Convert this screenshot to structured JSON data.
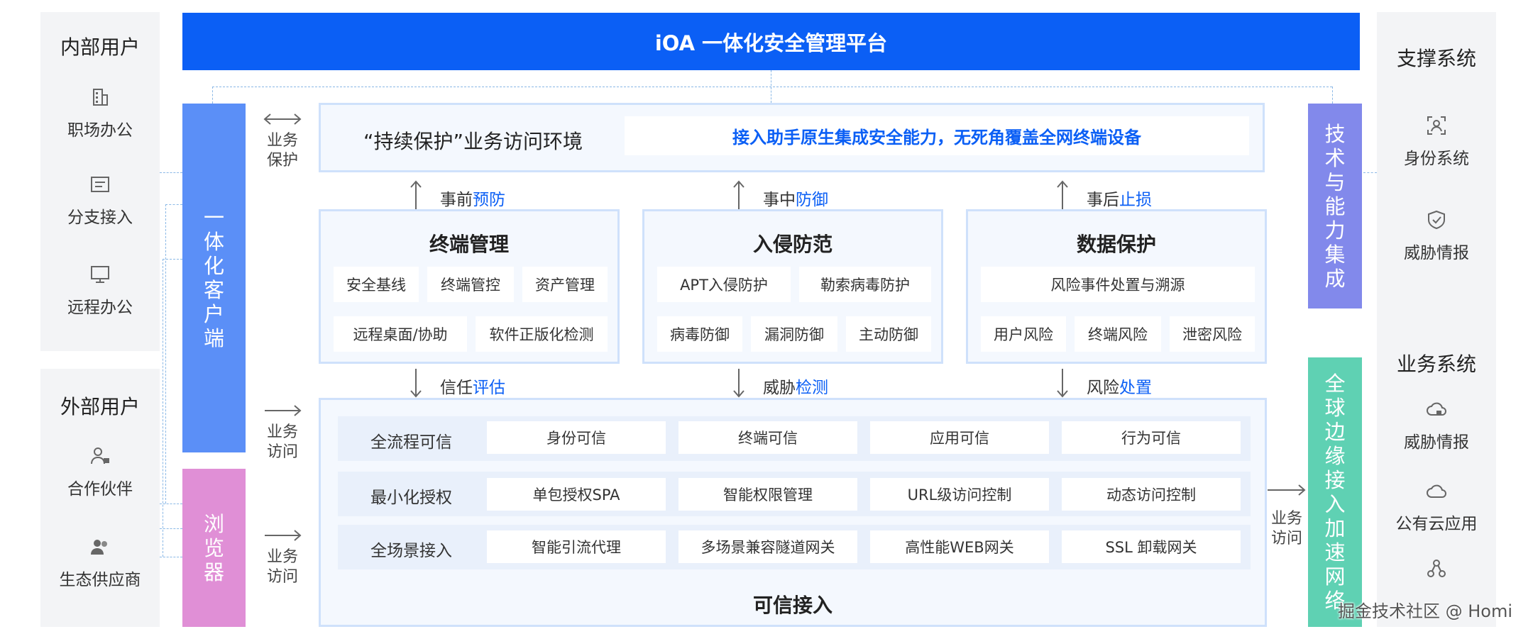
{
  "left_panels": {
    "internal": {
      "title": "内部用户",
      "items": [
        {
          "label": "职场办公",
          "icon": "building-icon"
        },
        {
          "label": "分支接入",
          "icon": "branch-icon"
        },
        {
          "label": "远程办公",
          "icon": "monitor-icon"
        }
      ]
    },
    "external": {
      "title": "外部用户",
      "items": [
        {
          "label": "合作伙伴",
          "icon": "partner-icon"
        },
        {
          "label": "生态供应商",
          "icon": "supplier-icon"
        }
      ]
    }
  },
  "banner": {
    "title": "iOA 一体化安全管理平台"
  },
  "left_bars": {
    "client": [
      "一",
      "体",
      "化",
      "客",
      "户",
      "端"
    ],
    "browser": [
      "浏",
      "览",
      "器"
    ]
  },
  "side_labels": {
    "protect": [
      "业务",
      "保护"
    ],
    "access1": [
      "业务",
      "访问"
    ],
    "access2": [
      "业务",
      "访问"
    ],
    "access_right": [
      "业务",
      "访问"
    ]
  },
  "top_env": {
    "label": "“持续保护”业务访问环境",
    "highlight": "接入助手原生集成安全能力，无死角覆盖全网终端设备"
  },
  "up_arrows": [
    {
      "prefix": "事前",
      "highlight": "预防"
    },
    {
      "prefix": "事中",
      "highlight": "防御"
    },
    {
      "prefix": "事后",
      "highlight": "止损"
    }
  ],
  "down_arrows": [
    {
      "prefix": "信任",
      "highlight": "评估"
    },
    {
      "prefix": "威胁",
      "highlight": "检测"
    },
    {
      "prefix": "风险",
      "highlight": "处置"
    }
  ],
  "modules": [
    {
      "title": "终端管理",
      "row1": [
        "安全基线",
        "终端管控",
        "资产管理"
      ],
      "row2": [
        "远程桌面/协助",
        "软件正版化检测"
      ]
    },
    {
      "title": "入侵防范",
      "row1": [
        "APT入侵防护",
        "勒索病毒防护"
      ],
      "row2": [
        "病毒防御",
        "漏洞防御",
        "主动防御"
      ]
    },
    {
      "title": "数据保护",
      "row1": [
        "风险事件处置与溯源"
      ],
      "row2": [
        "用户风险",
        "终端风险",
        "泄密风险"
      ]
    }
  ],
  "trusted": {
    "title": "可信接入",
    "rows": [
      {
        "name": "全流程可信",
        "cells": [
          "身份可信",
          "终端可信",
          "应用可信",
          "行为可信"
        ]
      },
      {
        "name": "最小化授权",
        "cells": [
          "单包授权SPA",
          "智能权限管理",
          "URL级访问控制",
          "动态访问控制"
        ]
      },
      {
        "name": "全场景接入",
        "cells": [
          "智能引流代理",
          "多场景兼容隧道网关",
          "高性能WEB网关",
          "SSL 卸载网关"
        ]
      }
    ]
  },
  "right_bars": {
    "tech": [
      "技",
      "术",
      "与",
      "能",
      "力",
      "集",
      "成"
    ],
    "edge": [
      "全",
      "球",
      "边",
      "缘",
      "接",
      "入",
      "加",
      "速",
      "网",
      "络"
    ]
  },
  "right_panels": {
    "support": {
      "title": "支撑系统",
      "items": [
        {
          "label": "身份系统",
          "icon": "identity-icon"
        },
        {
          "label": "威胁情报",
          "icon": "shield-check-icon"
        }
      ]
    },
    "business": {
      "title": "业务系统",
      "items": [
        {
          "label": "威胁情报",
          "icon": "cloud-lock-icon"
        },
        {
          "label": "公有云应用",
          "icon": "cloud-icon"
        },
        {
          "label": "",
          "icon": "network-icon"
        }
      ]
    }
  },
  "watermark": "掘金技术社区 @ Homi",
  "colors": {
    "primary_blue": "#0b5ff5",
    "client_bar": "#5b8ff7",
    "browser_bar": "#e08fd6",
    "tech_bar": "#8289eb",
    "edge_bar": "#5fd1b3",
    "box_border": "#cfe1fb"
  }
}
